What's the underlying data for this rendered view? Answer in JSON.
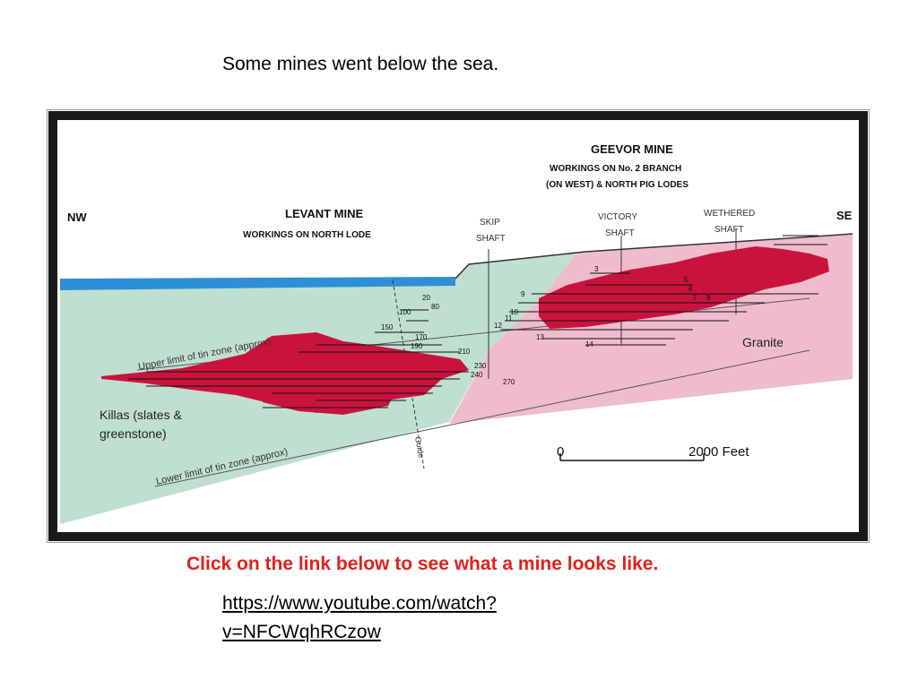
{
  "slide": {
    "heading": "Some mines went below the sea.",
    "call_to_action": "Click on the link below to see what a mine looks like.",
    "link_line1": "https://www.youtube.com/watch?",
    "link_line2": "v=NFCWqhRCzow"
  },
  "diagram": {
    "direction_left": "NW",
    "direction_right": "SE",
    "levant_title": "LEVANT MINE",
    "levant_subtitle": "WORKINGS ON NORTH LODE",
    "geevor_title": "GEEVOR MINE",
    "geevor_line1": "WORKINGS ON No. 2 BRANCH",
    "geevor_line2": "(ON WEST) & NORTH PIG LODES",
    "skip_shaft_1": "SKIP",
    "skip_shaft_2": "SHAFT",
    "victory_shaft_1": "VICTORY",
    "victory_shaft_2": "SHAFT",
    "wethered_shaft_1": "WETHERED",
    "wethered_shaft_2": "SHAFT",
    "upper_limit": "Upper limit of tin zone (approx)",
    "lower_limit": "Lower limit of tin zone (approx)",
    "killas_1": "Killas (slates &",
    "killas_2": "greenstone)",
    "granite": "Granite",
    "guide": "Guide",
    "scale_start": "0",
    "scale_end": "2000 Feet",
    "level_labels": {
      "l20": "20",
      "l80": "80",
      "l100": "100",
      "l150": "150",
      "l170": "170",
      "l190": "190",
      "l210": "210",
      "l230": "230",
      "l240": "240",
      "l270": "270",
      "g3": "3",
      "g5": "5",
      "g6": "6",
      "g7": "7",
      "g8": "8",
      "g9": "9",
      "g10": "10",
      "g11": "11",
      "g12": "12",
      "g13": "13",
      "g14": "14"
    },
    "colors": {
      "sea": "#2f8fd6",
      "killas": "#bfe0cf",
      "granite": "#efbccb",
      "workings": "#c8143c",
      "frame": "#1a1a1a"
    }
  }
}
